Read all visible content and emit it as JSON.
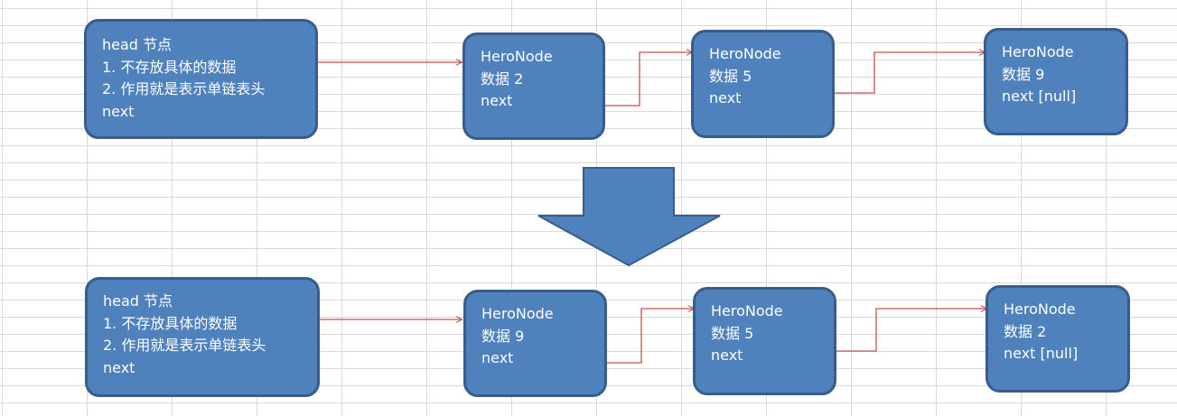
{
  "colors": {
    "node_fill": "#4f81bd",
    "node_border": "#385d8a",
    "arrow": "#c0504d",
    "node_text": "#ffffff",
    "grid": "#d9d9d9"
  },
  "before": {
    "head": {
      "title": "head 节点",
      "note1": "1. 不存放具体的数据",
      "note2": "2. 作用就是表示单链表头",
      "next": "next"
    },
    "nodes": [
      {
        "name": "HeroNode",
        "data": "数据 2",
        "next": "next"
      },
      {
        "name": "HeroNode",
        "data": "数据 5",
        "next": "next"
      },
      {
        "name": "HeroNode",
        "data": "数据 9",
        "next": "next [null]"
      }
    ]
  },
  "after": {
    "head": {
      "title": "head 节点",
      "note1": "1. 不存放具体的数据",
      "note2": "2. 作用就是表示单链表头",
      "next": "next"
    },
    "nodes": [
      {
        "name": "HeroNode",
        "data": "数据 9",
        "next": "next"
      },
      {
        "name": "HeroNode",
        "data": "数据 5",
        "next": "next"
      },
      {
        "name": "HeroNode",
        "data": "数据 2",
        "next": "next [null]"
      }
    ]
  }
}
